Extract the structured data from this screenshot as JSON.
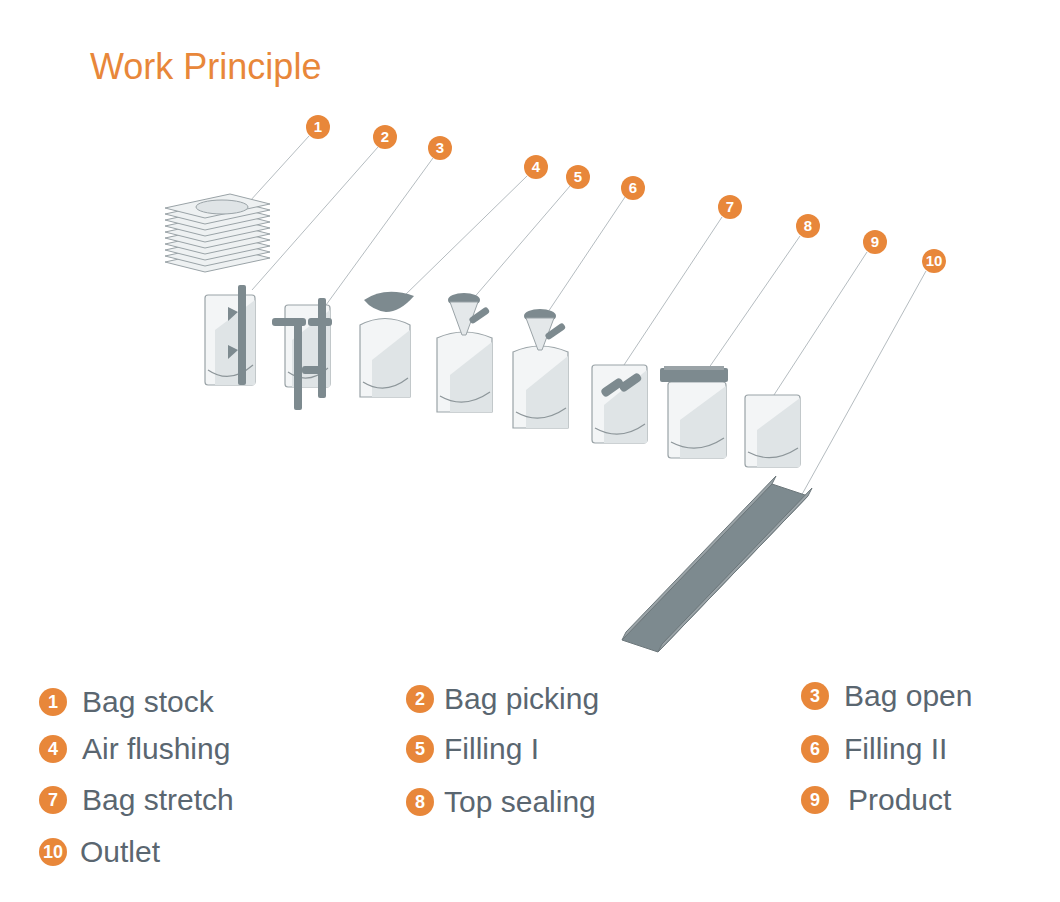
{
  "diagram": {
    "title": "Work Principle",
    "labels": [
      "1",
      "2",
      "3",
      "4",
      "5",
      "6",
      "7",
      "8",
      "9",
      "10",
      "1",
      "Bag stock",
      "2",
      "Bag picking",
      "3",
      "Bag open",
      "4",
      "Air flushing",
      "5",
      "Filling I",
      "6",
      "Filling II",
      "7",
      "Bag stretch",
      "8",
      "Top sealing",
      "9",
      "Product",
      "10",
      "Outlet"
    ]
  }
}
